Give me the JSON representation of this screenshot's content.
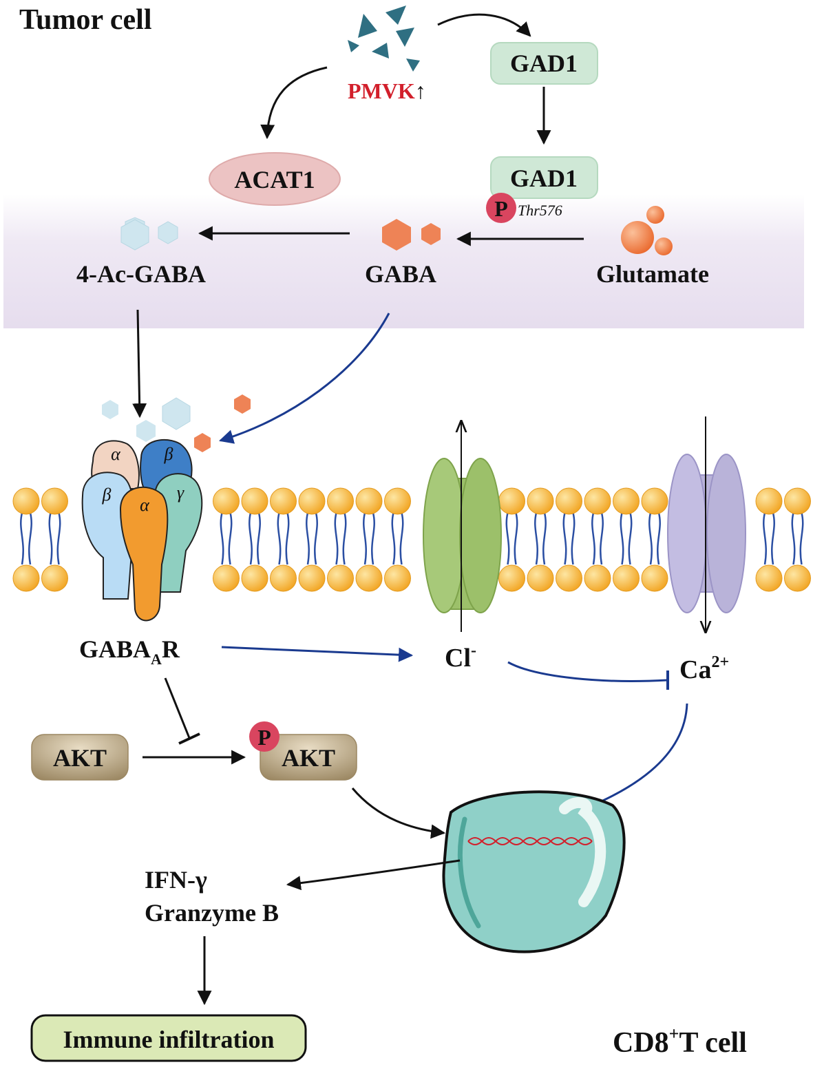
{
  "labels": {
    "tumor_cell": "Tumor cell",
    "pmvk": "PMVK",
    "pmvk_arrow": "↑",
    "gad1_top": "GAD1",
    "gad1_bottom": "GAD1",
    "phospho_p": "P",
    "thr576": "Thr576",
    "acat1": "ACAT1",
    "ac_gaba": "4-Ac-GABA",
    "gaba": "GABA",
    "glutamate": "Glutamate",
    "subunit_alpha_top": "α",
    "subunit_beta_top": "β",
    "subunit_beta_left": "β",
    "subunit_alpha_mid": "α",
    "subunit_gamma": "γ",
    "gabaar_main": "GABA",
    "gabaar_sub": "A",
    "gabaar_r": "R",
    "cl": "Cl",
    "cl_sup": "-",
    "ca": "Ca",
    "ca_sup": "2+",
    "akt": "AKT",
    "p_akt_p": "P",
    "p_akt": "AKT",
    "ifn": "IFN-γ",
    "granzyme": "Granzyme B",
    "immune": "Immune infiltration",
    "cd8": "CD8",
    "cd8_sup": "+",
    "cd8_rest": "T cell"
  },
  "colors": {
    "pmvk_text": "#d21f2b",
    "gad1_box": "#cfe8d6",
    "acat1_box": "#ecc3c3",
    "membrane_band": "#ece6f2",
    "akt_box": "#b3a17f",
    "phospho": "#d9455f",
    "immune_box": "#dbe9b6",
    "nucleus": "#8fd0c8",
    "blue_arrow": "#1a3a8f",
    "chloride_channel": "#9cc06a",
    "calcium_channel": "#b9b3d9",
    "lipid_head": "#f5b335",
    "gaba_hex": "#ee8356",
    "acgaba_hex": "#cfe6ef"
  }
}
